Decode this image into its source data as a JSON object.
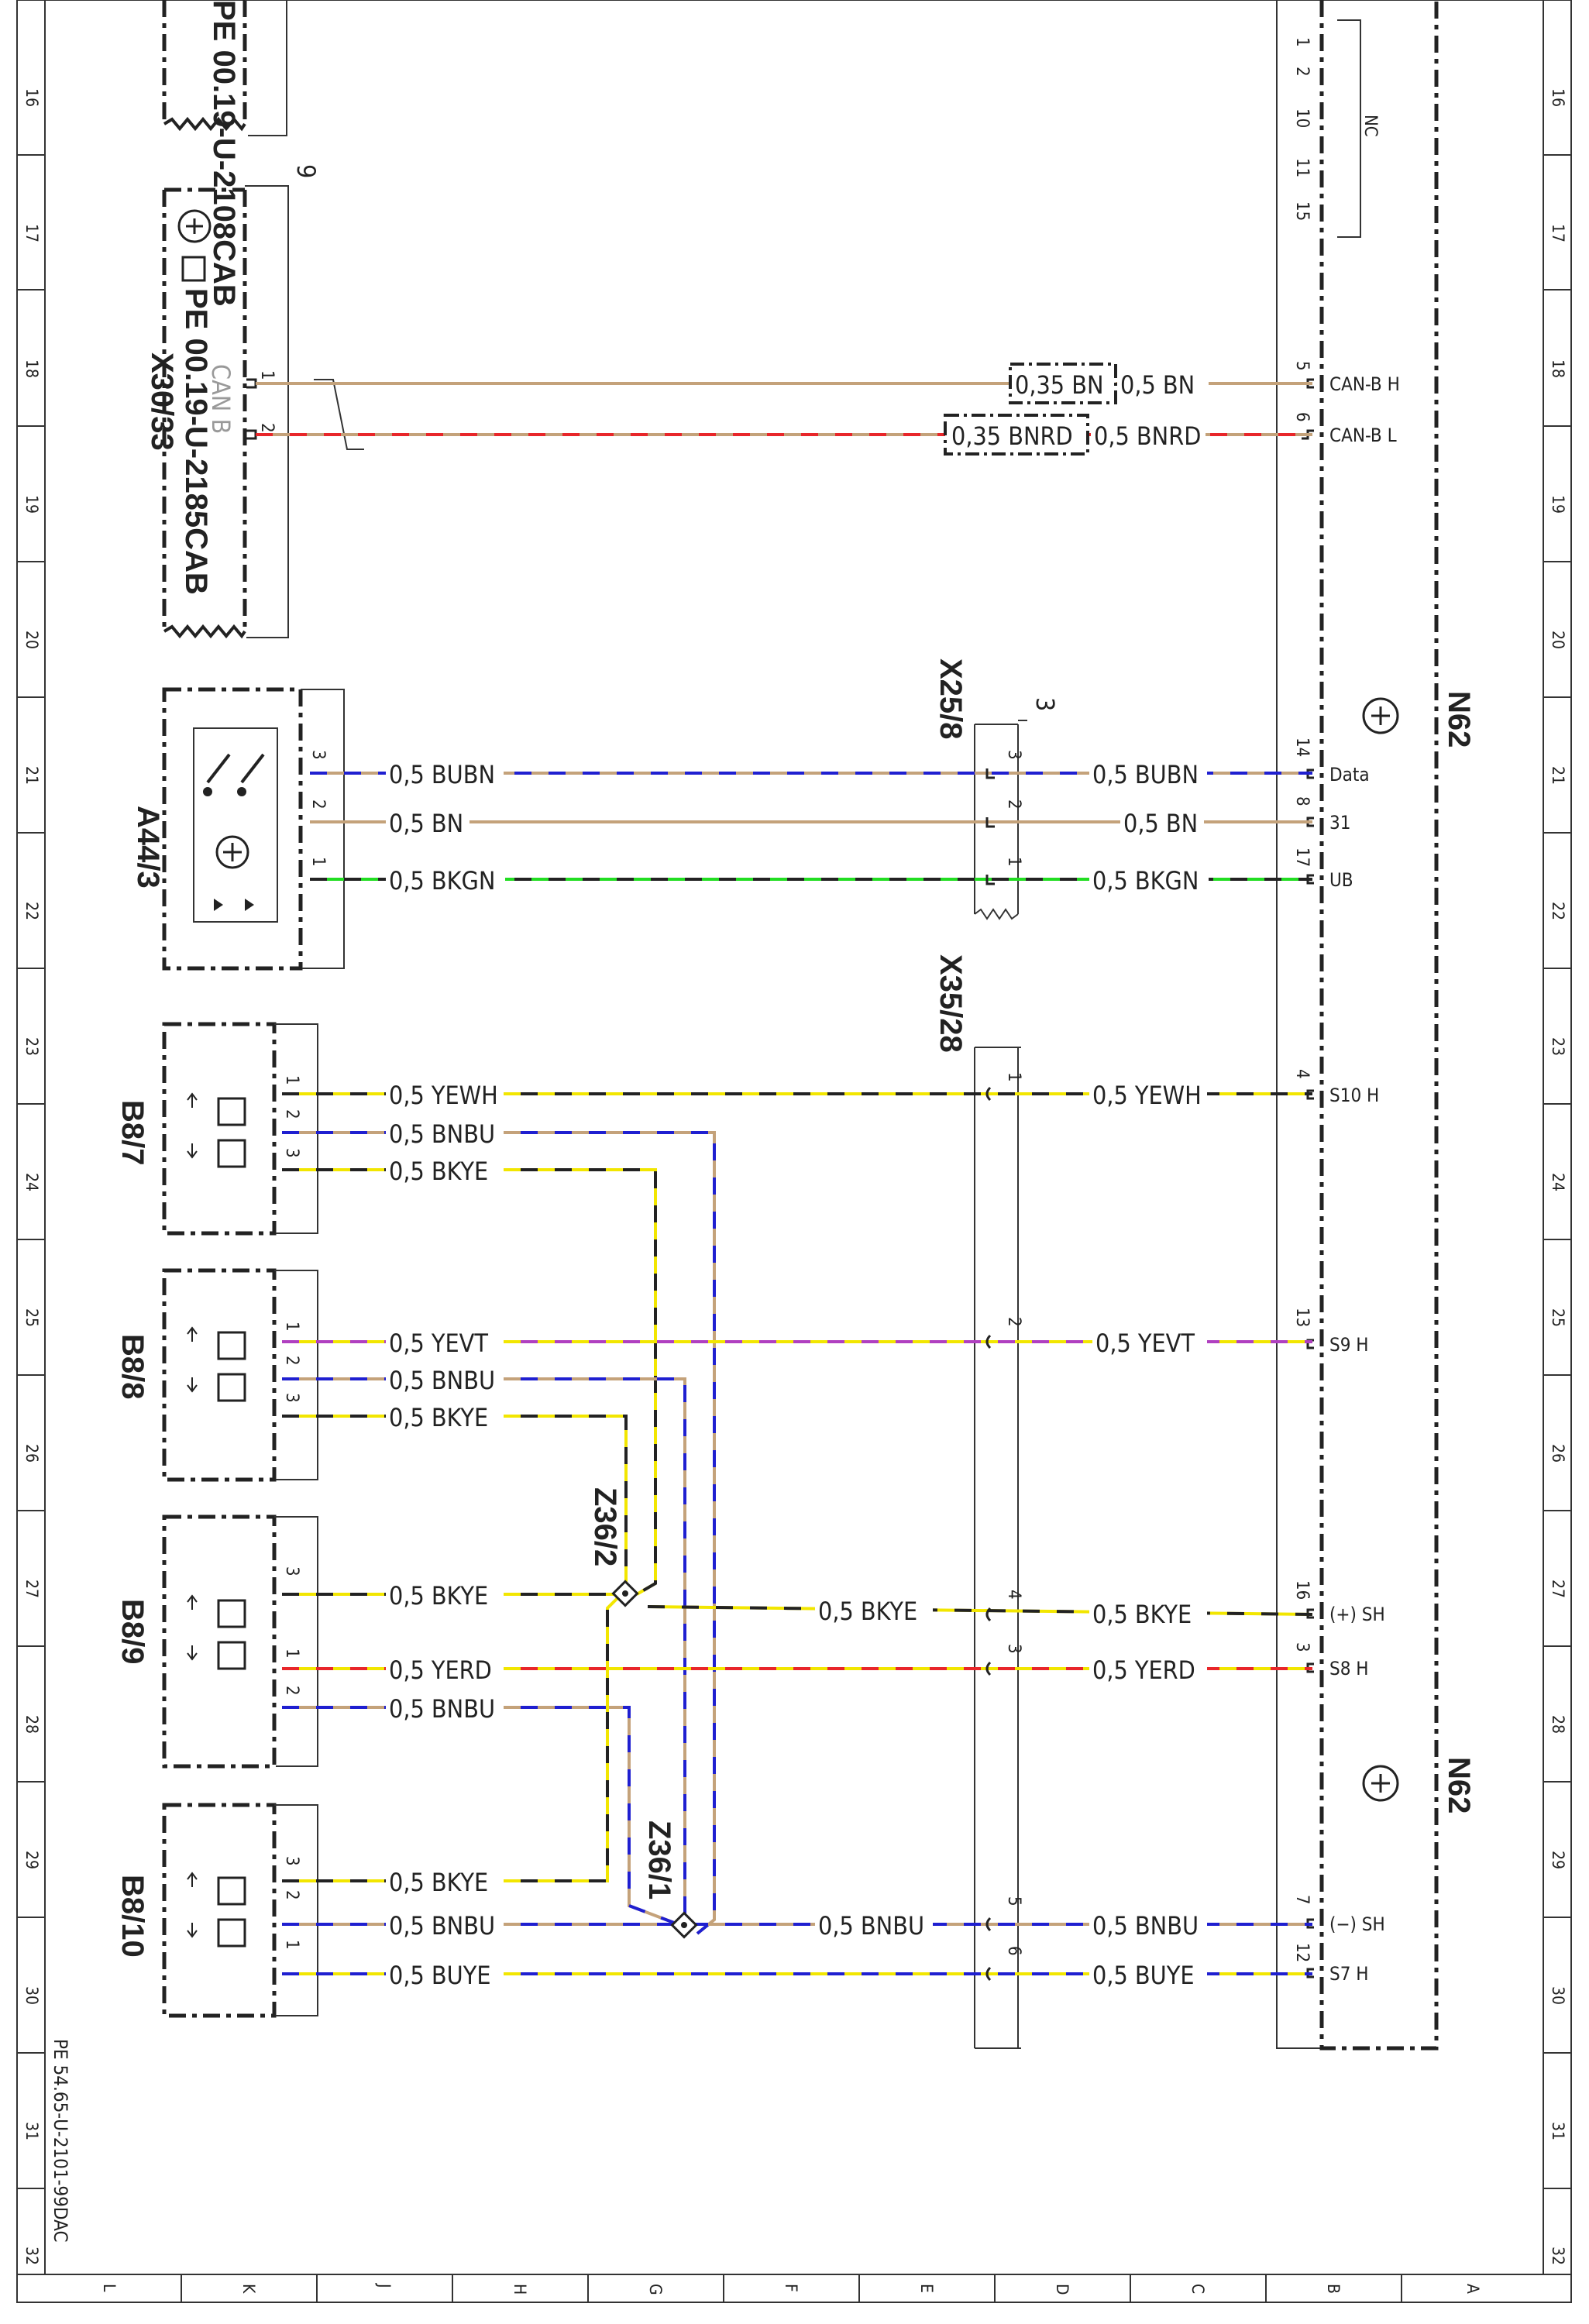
{
  "frame": {
    "row_numbers": [
      "16",
      "17",
      "18",
      "19",
      "20",
      "21",
      "22",
      "23",
      "24",
      "25",
      "26",
      "27",
      "28",
      "29",
      "30",
      "31",
      "32"
    ],
    "col_letters": [
      "L",
      "K",
      "J",
      "H",
      "G",
      "F",
      "E",
      "D",
      "C",
      "B",
      "A"
    ],
    "doc_id": "PE 54.65-U-2101-99DAC"
  },
  "refs": {
    "top_ref": "PE 00.19-U-2108CAB",
    "can_ref": "PE 00.19-U-2185CAB",
    "can_bus_label": "CAN B",
    "can_page_ref": "9",
    "x25_8_page_ref": "3"
  },
  "components": {
    "x30_33": "X30/33",
    "a44_3": "A44/3",
    "b8_7": "B8/7",
    "b8_8": "B8/8",
    "b8_9": "B8/9",
    "b8_10": "B8/10",
    "x25_8": "X25/8",
    "x35_28": "X35/28",
    "z36_2": "Z36/2",
    "z36_1": "Z36/1",
    "n62_a": "N62",
    "n62_b": "N62"
  },
  "n62": {
    "nc_pins": [
      "1",
      "2",
      "10",
      "11",
      "15"
    ],
    "nc_label": "NC",
    "pins": [
      {
        "pin": "5",
        "name": "CAN-B H"
      },
      {
        "pin": "6",
        "name": "CAN-B L"
      },
      {
        "pin": "14",
        "name": "Data"
      },
      {
        "pin": "8",
        "name": "31"
      },
      {
        "pin": "17",
        "name": "UB"
      },
      {
        "pin": "4",
        "name": "S10 H"
      },
      {
        "pin": "13",
        "name": "S9 H"
      },
      {
        "pin": "16",
        "name": "(+) SH"
      },
      {
        "pin": "3",
        "name": "S8 H"
      },
      {
        "pin": "7",
        "name": "(−) SH"
      },
      {
        "pin": "12",
        "name": "S7 H"
      }
    ]
  },
  "wires": {
    "can_h_boxed": "0,35 BN",
    "can_h": "0,5 BN",
    "can_l_boxed": "0,35 BNRD",
    "can_l": "0,5 BNRD",
    "a44_bubn_l": "0,5 BUBN",
    "a44_bn_l": "0,5 BN",
    "a44_bkgn_l": "0,5 BKGN",
    "a44_bubn_r": "0,5 BUBN",
    "a44_bn_r": "0,5 BN",
    "a44_bkgn_r": "0,5 BKGN",
    "b87_yewh": "0,5 YEWH",
    "b87_bnbu": "0,5 BNBU",
    "b87_bkye": "0,5 BKYE",
    "b88_yevt": "0,5 YEVT",
    "b88_bnbu": "0,5 BNBU",
    "b88_bkye": "0,5 BKYE",
    "b89_bkye": "0,5 BKYE",
    "b89_yerd": "0,5 YERD",
    "b89_bnbu": "0,5 BNBU",
    "b810_bkye": "0,5 BKYE",
    "b810_bnbu": "0,5 BNBU",
    "b810_buye": "0,5 BUYE",
    "r_yewh": "0,5 YEWH",
    "r_yevt": "0,5 YEVT",
    "mid_bkye": "0,5 BKYE",
    "r_bkye": "0,5 BKYE",
    "r_yerd": "0,5 YERD",
    "mid_bnbu": "0,5 BNBU",
    "r_bnbu": "0,5 BNBU",
    "r_buye": "0,5 BUYE"
  },
  "pins": {
    "x30_1": "1",
    "x30_2": "2",
    "a44_3": "3",
    "a44_2": "2",
    "a44_1": "1",
    "x25_3": "3",
    "x25_2": "2",
    "x25_1": "1",
    "b87_1": "1",
    "b87_2": "2",
    "b87_3": "3",
    "b88_1": "1",
    "b88_2": "2",
    "b88_3": "3",
    "b89_3": "3",
    "b89_1": "1",
    "b89_2": "2",
    "b810_3": "3",
    "b810_2": "2",
    "b810_1": "1",
    "x35_1": "1",
    "x35_2": "2",
    "x35_4": "4",
    "x35_3": "3",
    "x35_5": "5",
    "x35_6": "6"
  },
  "colors": {
    "brown": "#c4a27a",
    "red": "#e8262a",
    "blue": "#1f1fd0",
    "yellow": "#f2e600",
    "green": "#22dd22",
    "black": "#222222",
    "violet": "#b040c0",
    "white": "#ffffff",
    "line": "#333333"
  }
}
